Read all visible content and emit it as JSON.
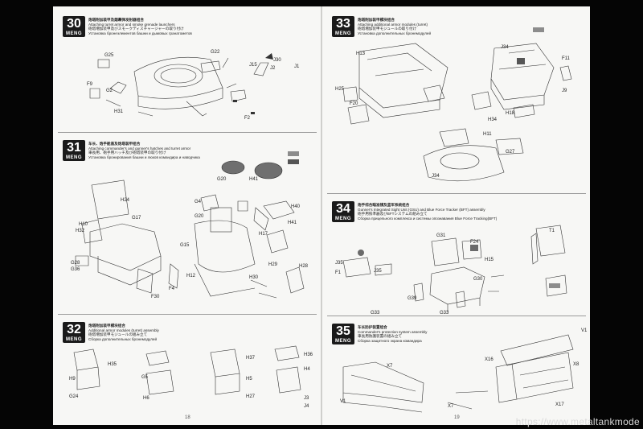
{
  "steps": {
    "s30": {
      "number": "30",
      "brand": "MENG",
      "zh": "炮塔附加装甲及烟幕弹发射器组合",
      "en": "Attaching turret armor and smoke grenade launchers",
      "ja": "砲塔増加装甲及びスモークディスチャージャーの取り付け",
      "ru": "Установка бронеэлементов башни и дымовых гранатометов",
      "labels": {
        "g25": "G25",
        "f9": "F9",
        "g2": "G2",
        "h31": "H31",
        "g22": "G22",
        "j15": "J15",
        "j30": "J30",
        "j2": "J2",
        "j1": "J1",
        "f2": "F2"
      }
    },
    "s31": {
      "number": "31",
      "brand": "MENG",
      "zh": "车长、炮手舱盖及炮塔装甲组合",
      "en": "Attaching commander's and gunner's hatches and turret armor",
      "ja": "車長用、砲手用ハッチ及び砲塔装甲の取り付け",
      "ru": "Установка бронирования башни и люков командира и наводчика",
      "labels": {
        "g20": "G20",
        "h41a": "H41",
        "h24": "H24",
        "g4": "G4",
        "h10": "H10",
        "h32": "H32",
        "g17": "G17",
        "g20b": "G20",
        "h40": "H40",
        "h17": "H17",
        "h41b": "H41",
        "g15": "G15",
        "g28": "G28",
        "g36": "G36",
        "h12": "H12",
        "h29": "H29",
        "h28": "H28",
        "h30": "H30",
        "f4": "F4",
        "f30": "F30"
      }
    },
    "s32": {
      "number": "32",
      "brand": "MENG",
      "zh": "炮塔附加装甲模块组合",
      "en": "Additional armor modules (turret) assembly",
      "ja": "砲塔増加装甲モジュールの組み立て",
      "ru": "Сборка дополнительных бронемодулей",
      "labels": {
        "h35": "H35",
        "h9": "H9",
        "g24": "G24",
        "g5": "G5",
        "h6": "H6",
        "h37": "H37",
        "h5": "H5",
        "h27": "H27",
        "h36": "H36",
        "h4": "H4",
        "j3": "J3",
        "j4": "J4"
      }
    },
    "s33": {
      "number": "33",
      "brand": "MENG",
      "zh": "炮塔附加装甲模块组合",
      "en": "Attaching additional armor modules (turret)",
      "ja": "砲塔増加装甲モジュールの取り付け",
      "ru": "Установка дополнительных бронемодулей",
      "labels": {
        "h13": "H13",
        "h25": "H25",
        "f20": "F20",
        "j34": "J34",
        "f11": "F11",
        "j9": "J9",
        "h34": "H34",
        "h18": "H18",
        "h11": "H11",
        "g27": "G27",
        "j34b": "J34"
      }
    },
    "s34": {
      "number": "34",
      "brand": "MENG",
      "zh": "炮手综合瞄准镜及蓝军系统组合",
      "en": "Gunner's Integrated Sight Unit (GSU) and Blue Force Tracker (BFT) assembly",
      "ja": "砲手用照準器及びBFTシステムの組み立て",
      "ru": "Сборка прицельного комплекса и системы опознавания Blue Force Tracking(BFT)",
      "labels": {
        "g31": "G31",
        "f24": "F24",
        "j35": "J35",
        "f1": "F1",
        "j35b": "J35",
        "h15": "H15",
        "g30": "G30",
        "g39": "G39",
        "g33a": "G33",
        "g33b": "G33",
        "t1": "T1"
      }
    },
    "s35": {
      "number": "35",
      "brand": "MENG",
      "zh": "车长防护装置组合",
      "en": "Commander's protection system assembly",
      "ja": "車長用防護装置の組み立て",
      "ru": "Сборка защитного экрана командира",
      "labels": {
        "x7": "X7",
        "v1": "V1",
        "x7b": "X7",
        "v1b": "V1",
        "x16": "X16",
        "x8": "X8",
        "x17": "X17"
      }
    }
  },
  "page_number": "18",
  "page_number_right": "19",
  "watermark": "https://www.metaltankmode",
  "colors": {
    "paper": "#f7f7f5",
    "ink": "#222222",
    "step_badge": "#1a1a1a",
    "swatch_gray": "#8c8c8c",
    "swatch_dark": "#555555",
    "swatch_red": "#d24a4a",
    "background": "#050505"
  }
}
